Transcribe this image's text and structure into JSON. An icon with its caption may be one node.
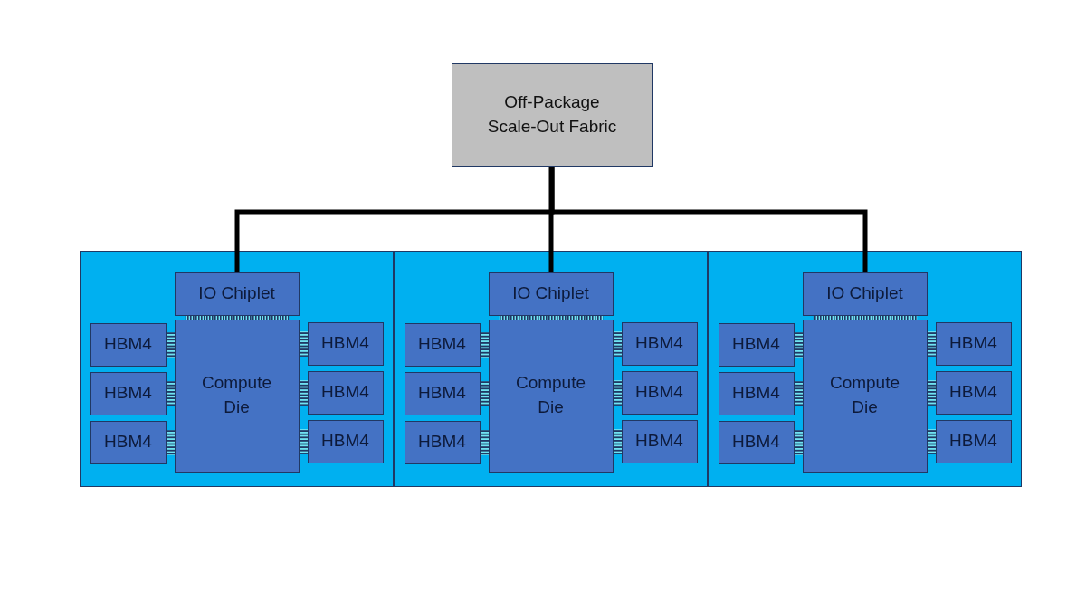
{
  "diagram": {
    "nodes": [
      {
        "text": [
          "Off-Package Scale-Out Fabric"
        ]
      },
      {
        "text": [],
        "shape": "box"
      },
      {
        "text": [
          "IO Chiplet"
        ],
        "in": 1
      },
      {
        "text": [
          "HBM4"
        ],
        "in": 1
      },
      {
        "text": [
          "Compute Die"
        ],
        "in": 1
      },
      {
        "text": [
          "HBM4"
        ],
        "in": 1
      },
      {
        "text": [
          "HBM4"
        ],
        "in": 1
      },
      {
        "text": [
          "HBM4"
        ],
        "in": 1
      },
      {
        "text": [
          "HBM4"
        ],
        "in": 1
      },
      {
        "text": [
          "HBM4"
        ],
        "in": 1
      },
      {
        "text": [],
        "shape": "box"
      },
      {
        "text": [
          "IO Chiplet"
        ],
        "in": 10
      },
      {
        "text": [
          "HBM4"
        ],
        "in": 10
      },
      {
        "text": [
          "Compute Die"
        ],
        "in": 10
      },
      {
        "text": [
          "HBM4"
        ],
        "in": 10
      },
      {
        "text": [
          "HBM4"
        ],
        "in": 10
      },
      {
        "text": [
          "HBM4"
        ],
        "in": 10
      },
      {
        "text": [
          "HBM4"
        ],
        "in": 10
      },
      {
        "text": [
          "HBM4"
        ],
        "in": 10
      },
      {
        "text": [],
        "shape": "box"
      },
      {
        "text": [
          "IO Chiplet"
        ],
        "in": 19
      },
      {
        "text": [
          "HBM4"
        ],
        "in": 19
      },
      {
        "text": [
          "Compute Die"
        ],
        "in": 19
      },
      {
        "text": [
          "HBM4"
        ],
        "in": 19
      },
      {
        "text": [
          "HBM4"
        ],
        "in": 19
      },
      {
        "text": [
          "HBM4"
        ],
        "in": 19
      },
      {
        "text": [
          "HBM4"
        ],
        "in": 19
      },
      {
        "text": [
          "HBM4"
        ],
        "in": 19
      }
    ],
    "edges": [
      {
        "from": 0,
        "to": 2,
        "arrow": "none",
        "color": "#000000"
      },
      {
        "from": 0,
        "to": 11,
        "arrow": "none",
        "color": "#000000"
      },
      {
        "from": 0,
        "to": 20,
        "arrow": "none",
        "color": "#000000"
      },
      {
        "from": 2,
        "to": 4,
        "arrow": "none"
      },
      {
        "from": 3,
        "to": 4,
        "arrow": "none"
      },
      {
        "from": 4,
        "to": 5,
        "arrow": "none"
      },
      {
        "from": 6,
        "to": 4,
        "arrow": "none"
      },
      {
        "from": 4,
        "to": 7,
        "arrow": "none"
      },
      {
        "from": 8,
        "to": 4,
        "arrow": "none"
      },
      {
        "from": 4,
        "to": 9,
        "arrow": "none"
      },
      {
        "from": 11,
        "to": 13,
        "arrow": "none"
      },
      {
        "from": 12,
        "to": 13,
        "arrow": "none"
      },
      {
        "from": 13,
        "to": 14,
        "arrow": "none"
      },
      {
        "from": 15,
        "to": 13,
        "arrow": "none"
      },
      {
        "from": 13,
        "to": 16,
        "arrow": "none"
      },
      {
        "from": 17,
        "to": 13,
        "arrow": "none"
      },
      {
        "from": 13,
        "to": 18,
        "arrow": "none"
      },
      {
        "from": 20,
        "to": 22,
        "arrow": "none"
      },
      {
        "from": 21,
        "to": 22,
        "arrow": "none"
      },
      {
        "from": 22,
        "to": 23,
        "arrow": "none"
      },
      {
        "from": 24,
        "to": 22,
        "arrow": "none"
      },
      {
        "from": 22,
        "to": 25,
        "arrow": "none"
      },
      {
        "from": 26,
        "to": 22,
        "arrow": "none"
      },
      {
        "from": 22,
        "to": 27,
        "arrow": "none"
      }
    ]
  }
}
